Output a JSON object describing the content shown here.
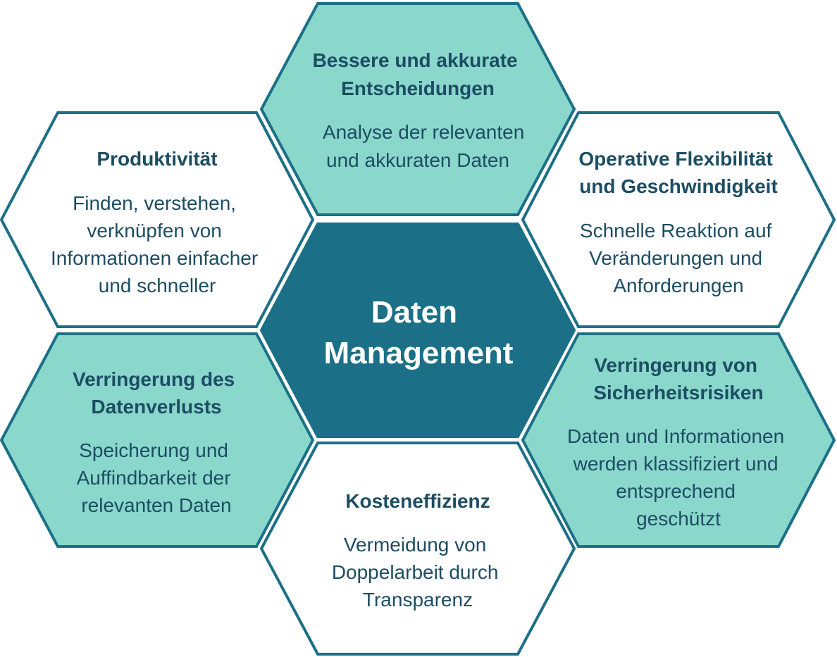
{
  "colors": {
    "center_fill": "#1b6f86",
    "teal_fill": "#8ad7cc",
    "white_fill": "#ffffff",
    "outline": "#1b6f86",
    "text_dark": "#1c4d63",
    "text_light": "#ffffff"
  },
  "center": {
    "title_lines": [
      "Daten",
      "Management"
    ]
  },
  "hexagons": {
    "top": {
      "style": "teal",
      "title_lines": [
        "Bessere und akkurate",
        "Entscheidungen"
      ],
      "body_lines": [
        "Analyse der relevanten",
        "und akkuraten Daten"
      ]
    },
    "upper_left": {
      "style": "white",
      "title_lines": [
        "Produktivität"
      ],
      "body_lines": [
        "Finden, verstehen,",
        "verknüpfen von",
        "Informationen einfacher",
        "und schneller"
      ]
    },
    "upper_right": {
      "style": "white",
      "title_lines": [
        "Operative Flexibilität",
        "und Geschwindigkeit"
      ],
      "body_lines": [
        "Schnelle Reaktion auf",
        "Veränderungen und",
        "Anforderungen"
      ]
    },
    "lower_left": {
      "style": "teal",
      "title_lines": [
        "Verringerung des",
        "Datenverlusts"
      ],
      "body_lines": [
        "Speicherung und",
        "Auffindbarkeit der",
        "relevanten Daten"
      ]
    },
    "lower_right": {
      "style": "teal",
      "title_lines": [
        "Verringerung von",
        "Sicherheitsrisiken"
      ],
      "body_lines": [
        "Daten und Informationen",
        "werden klassifiziert und",
        "entsprechend",
        "geschützt"
      ]
    },
    "bottom": {
      "style": "white",
      "title_lines": [
        "Kosteneffizienz"
      ],
      "body_lines": [
        "Vermeidung von",
        "Doppelarbeit durch",
        "Transparenz"
      ]
    }
  }
}
